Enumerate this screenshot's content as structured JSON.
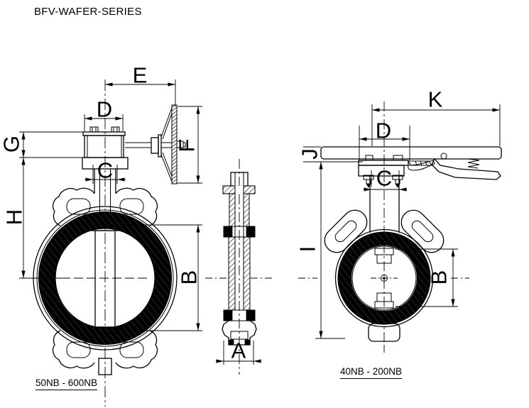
{
  "title": "BFV-WAFER-SERIES",
  "labels": {
    "e": "E",
    "d_left": "D",
    "g": "G",
    "c_left": "C",
    "f": "F",
    "h": "H",
    "b_left": "B",
    "a": "A",
    "k": "K",
    "d_right": "D",
    "j": "J",
    "c_right": "C",
    "i": "I",
    "b_right": "B",
    "range_left": "50NB - 600NB",
    "range_right": "40NB - 200NB"
  },
  "colors": {
    "line": "#000000",
    "background": "#ffffff"
  }
}
